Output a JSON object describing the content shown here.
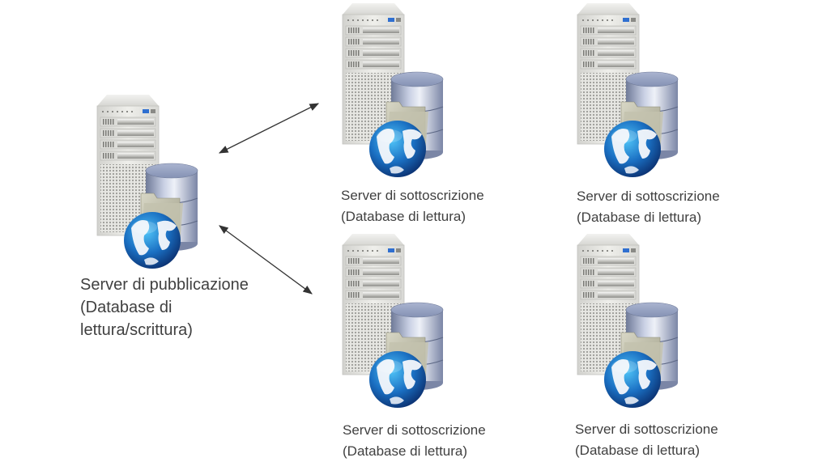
{
  "diagram": {
    "publisher": {
      "title": "Server di pubblicazione",
      "subtitle_line1": "(Database di",
      "subtitle_line2": "lettura/scrittura)",
      "icon": "server-database-globe-icon"
    },
    "subscribers": [
      {
        "title": "Server di sottoscrizione",
        "subtitle": "(Database di lettura)",
        "icon": "server-database-globe-icon"
      },
      {
        "title": "Server di sottoscrizione",
        "subtitle": "(Database di lettura)",
        "icon": "server-database-globe-icon"
      },
      {
        "title": "Server di sottoscrizione",
        "subtitle": "(Database di lettura)",
        "icon": "server-database-globe-icon"
      },
      {
        "title": "Server di sottoscrizione",
        "subtitle": "(Database di lettura)",
        "icon": "server-database-globe-icon"
      }
    ],
    "connections": [
      {
        "from": "publisher",
        "to": "subscribers.0",
        "type": "bidirectional"
      },
      {
        "from": "publisher",
        "to": "subscribers.2",
        "type": "bidirectional"
      }
    ],
    "colors": {
      "text": "#404040",
      "arrow": "#333333",
      "server_body": "#e4e4e0",
      "database": "#9aa6c4",
      "globe": "#1f6fc0",
      "folder": "#b9b8a4"
    }
  }
}
